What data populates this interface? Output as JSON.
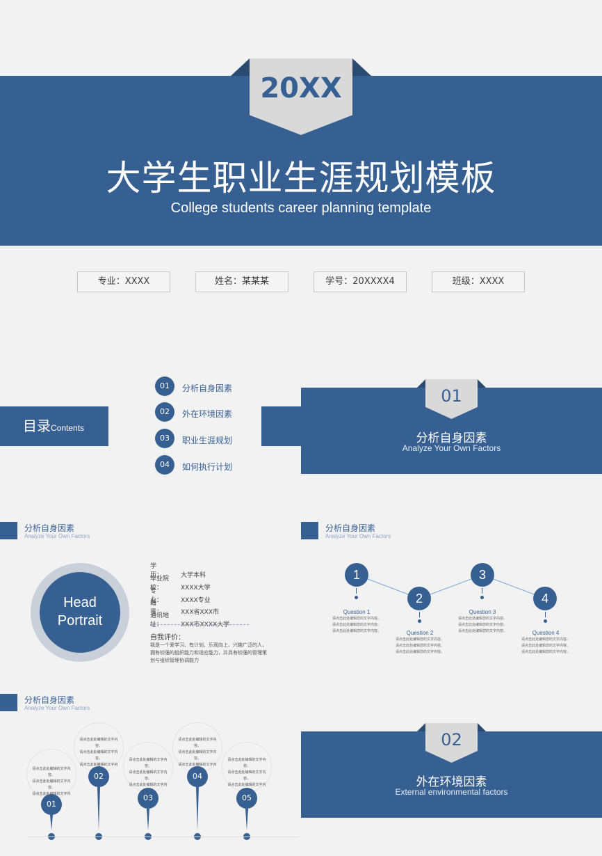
{
  "hero": {
    "year": "20XX",
    "title": "大学生职业生涯规划模板",
    "subtitle": "College students career planning template"
  },
  "info": [
    {
      "label": "专业：XXXX"
    },
    {
      "label": "姓名：某某某"
    },
    {
      "label": "学号：20XXXX4"
    },
    {
      "label": "班级：XXXX"
    }
  ],
  "toc": {
    "title": "目录",
    "title_en": "Contents",
    "items": [
      {
        "num": "01",
        "label": "分析自身因素"
      },
      {
        "num": "02",
        "label": "外在环境因素"
      },
      {
        "num": "03",
        "label": "职业生涯规划"
      },
      {
        "num": "04",
        "label": "如何执行计划"
      }
    ]
  },
  "section1": {
    "num": "01",
    "title": "分析自身因素",
    "subtitle": "Analyze Your Own Factors"
  },
  "section2": {
    "num": "02",
    "title": "外在环境因素",
    "subtitle": "External environmental factors"
  },
  "mini": {
    "title": "分析自身因素",
    "subtitle": "Analyze Your Own Factors"
  },
  "profile": {
    "portrait": [
      "Head",
      "Portrait"
    ],
    "rows": [
      {
        "k": "学　　历：",
        "v": "大学本科"
      },
      {
        "k": "毕业院校：",
        "v": "XXXX大学"
      },
      {
        "k": "专　　业：",
        "v": "XXXX专业"
      },
      {
        "k": "籍　　贯：",
        "v": "XXX省XXX市"
      },
      {
        "k": "通讯地址：",
        "v": "XXX市XXXX大学"
      }
    ],
    "eval_title": "自我评价：",
    "eval_text": "我是一个爱学习、有计划、乐观向上、兴趣广泛的人，拥有较强的组织能力和适应能力，并具有较强的管理策划与组织管理协调能力"
  },
  "questions": [
    {
      "num": "1",
      "title": "Question 1",
      "lines": [
        "请点击此处编辑您的文字内容。",
        "请点击此处编辑您的文字内容。",
        "请点击此处编辑您的文字内容。"
      ]
    },
    {
      "num": "2",
      "title": "Question 2",
      "lines": [
        "请点击此处编辑您的文字内容。",
        "请点击此处编辑您的文字内容。",
        "请点击此处编辑您的文字内容。"
      ]
    },
    {
      "num": "3",
      "title": "Question 3",
      "lines": [
        "请点击此处编辑您的文字内容。",
        "请点击此处编辑您的文字内容。",
        "请点击此处编辑您的文字内容。"
      ]
    },
    {
      "num": "4",
      "title": "Question 4",
      "lines": [
        "请点击此处编辑您的文字内容。",
        "请点击此处编辑您的文字内容。",
        "请点击此处编辑您的文字内容。"
      ]
    }
  ],
  "timeline": [
    {
      "num": "01",
      "lines": [
        "请点击此处编辑的文字内容。",
        "请点击此处编辑的文字内容。",
        "请点击此处编辑的文字内容。"
      ]
    },
    {
      "num": "02",
      "lines": [
        "请点击此处编辑的文字内容。",
        "请点击此处编辑的文字内容。",
        "请点击此处编辑的文字内容。"
      ]
    },
    {
      "num": "03",
      "lines": [
        "请点击此处编辑的文字内容。",
        "请点击此处编辑的文字内容。",
        "请点击此处编辑的文字内容。"
      ]
    },
    {
      "num": "04",
      "lines": [
        "请点击此处编辑的文字内容。",
        "请点击此处编辑的文字内容。",
        "请点击此处编辑的文字内容。"
      ]
    },
    {
      "num": "05",
      "lines": [
        "请点击此处编辑的文字内容。",
        "请点击此处编辑的文字内容。",
        "请点击此处编辑的文字内容。"
      ]
    }
  ],
  "colors": {
    "brand": "#376092",
    "tab": "#d9d9d9",
    "background": "#f2f2f2"
  }
}
